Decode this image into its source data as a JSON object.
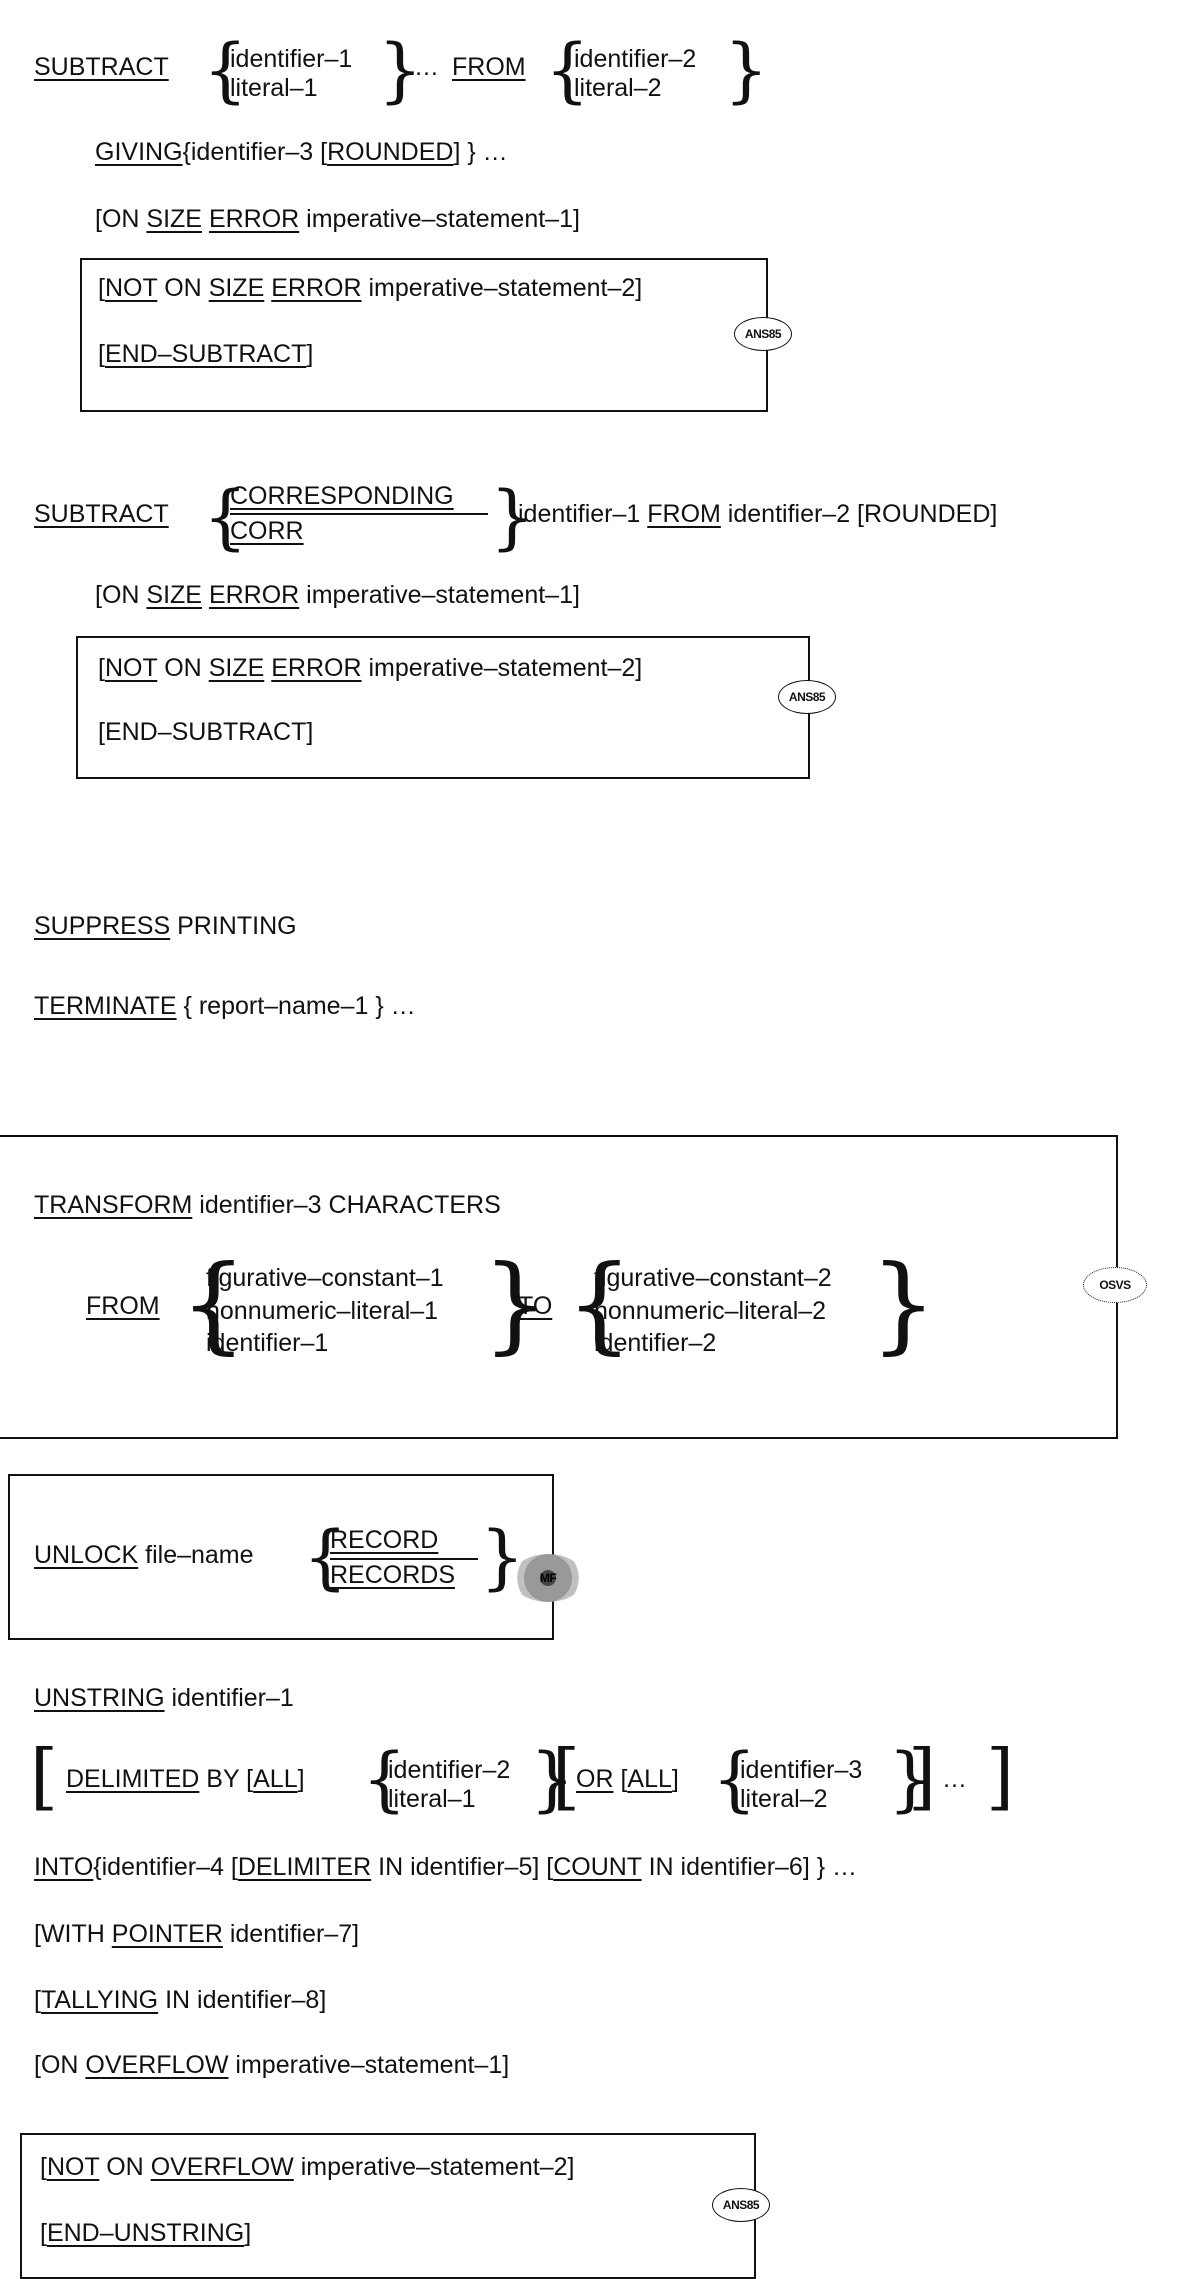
{
  "subtract1": {
    "keyword": "SUBTRACT",
    "opt_a": [
      "identifier–1",
      "literal–1"
    ],
    "ellipsis": "…",
    "from": "FROM",
    "opt_b": [
      "identifier–2",
      "literal–2"
    ],
    "giving": "GIVING",
    "giving_id": "{identifier–3 [",
    "rounded": "ROUNDED",
    "giving_end": "] } …",
    "size_line": {
      "pre": "[ON ",
      "size": "SIZE",
      "error": "ERROR",
      "post": " imperative–statement–1]"
    },
    "box": {
      "not_line": {
        "pre": "[",
        "not": "NOT",
        "on": " ON ",
        "size": "SIZE",
        "error": "ERROR",
        "post": " imperative–statement–2]"
      },
      "end_line": {
        "pre": "[",
        "end": "END–SUBTRACT",
        "post": "]"
      },
      "badge": "ANS85"
    }
  },
  "subtract2": {
    "keyword": "SUBTRACT",
    "corresponding": "CORRESPONDING",
    "corr": "CORR",
    "rest1": "identifier–1 ",
    "from": "FROM",
    "rest2": " identifier–2 [ROUNDED]",
    "size_line": {
      "pre": "[ON ",
      "size": "SIZE",
      "error": "ERROR",
      "post": " imperative–statement–1]"
    },
    "box": {
      "not_line": {
        "pre": "[",
        "not": "NOT",
        "on": " ON ",
        "size": "SIZE",
        "error": "ERROR",
        "post": " imperative–statement–2]"
      },
      "end_line": "[END–SUBTRACT]",
      "badge": "ANS85"
    }
  },
  "suppress": {
    "keyword": "SUPPRESS",
    "rest": " PRINTING"
  },
  "terminate": {
    "keyword": "TERMINATE",
    "rest": " { report–name–1 } …"
  },
  "transform": {
    "keyword": "TRANSFORM",
    "rest": " identifier–3 CHARACTERS",
    "from": "FROM",
    "opt_a": [
      "figurative–constant–1",
      "nonnumeric–literal–1",
      "identifier–1"
    ],
    "to": "TO",
    "opt_b": [
      "figurative–constant–2",
      "nonnumeric–literal–2",
      "identifier–2"
    ],
    "badge": "OSVS"
  },
  "unlock": {
    "keyword": "UNLOCK",
    "rest": " file–name",
    "record": "RECORD",
    "records": "RECORDS",
    "badge": "MF"
  },
  "unstring": {
    "keyword": "UNSTRING",
    "rest": " identifier–1",
    "delimited": "DELIMITED",
    "by": " BY [",
    "all": "ALL",
    "by_end": "]",
    "opt_a": [
      "identifier–2",
      "literal–1"
    ],
    "or": "OR",
    "all2_pre": " [",
    "all2": "ALL",
    "all2_end": "]",
    "opt_b": [
      "identifier–3",
      "literal–2"
    ],
    "ellipsis": "…",
    "into_line": {
      "into": "INTO",
      "a": "{identifier–4 [",
      "delimiter": "DELIMITER",
      "b": " IN identifier–5] [",
      "count": "COUNT",
      "c": " IN identifier–6]  } …"
    },
    "pointer_line": {
      "pre": "[WITH ",
      "pointer": "POINTER",
      "post": " identifier–7]"
    },
    "tally_line": {
      "pre": "[",
      "tallying": "TALLYING",
      "post": " IN identifier–8]"
    },
    "overflow_line": {
      "pre": "[ON ",
      "overflow": "OVERFLOW",
      "post": " imperative–statement–1]"
    },
    "box": {
      "not_line": {
        "pre": "[",
        "not": "NOT",
        "on": " ON ",
        "overflow": "OVERFLOW",
        "post": " imperative–statement–2]"
      },
      "end_line": {
        "pre": "[",
        "end": "END–UNSTRING",
        "post": "]"
      },
      "badge": "ANS85"
    }
  }
}
